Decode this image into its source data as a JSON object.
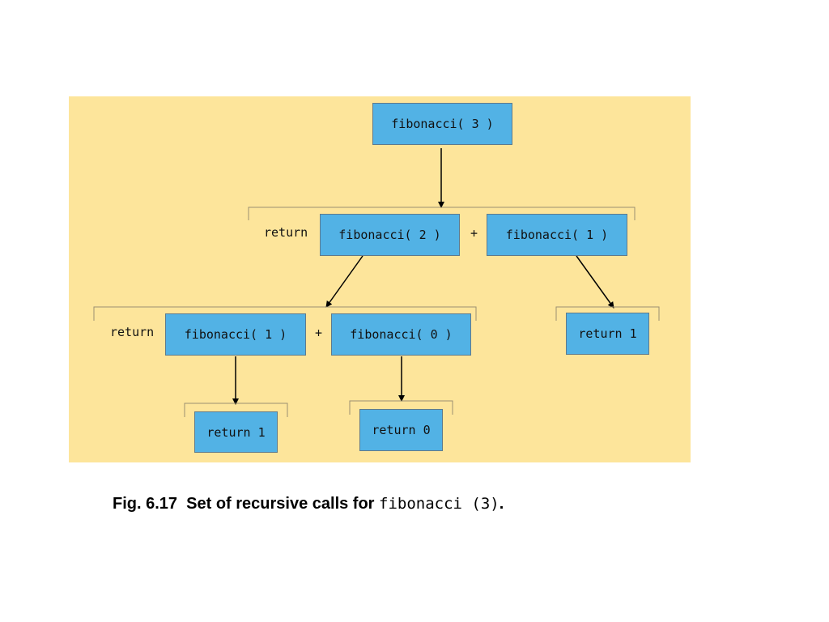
{
  "diagram": {
    "root": "fibonacci( 3 )",
    "level1": {
      "return": "return",
      "left": "fibonacci( 2 )",
      "plus": "+",
      "right": "fibonacci( 1 )"
    },
    "level2": {
      "return": "return",
      "left": "fibonacci( 1 )",
      "plus": "+",
      "right": "fibonacci( 0 )",
      "right_result": "return 1"
    },
    "level3": {
      "left_result": "return 1",
      "right_result": "return 0"
    }
  },
  "caption": {
    "prefix": "Fig. 6.17  Set of recursive calls for ",
    "code": "fibonacci (3)",
    "suffix": "."
  },
  "colors": {
    "background_panel": "#fde59b",
    "box_fill": "#52b2e5"
  }
}
